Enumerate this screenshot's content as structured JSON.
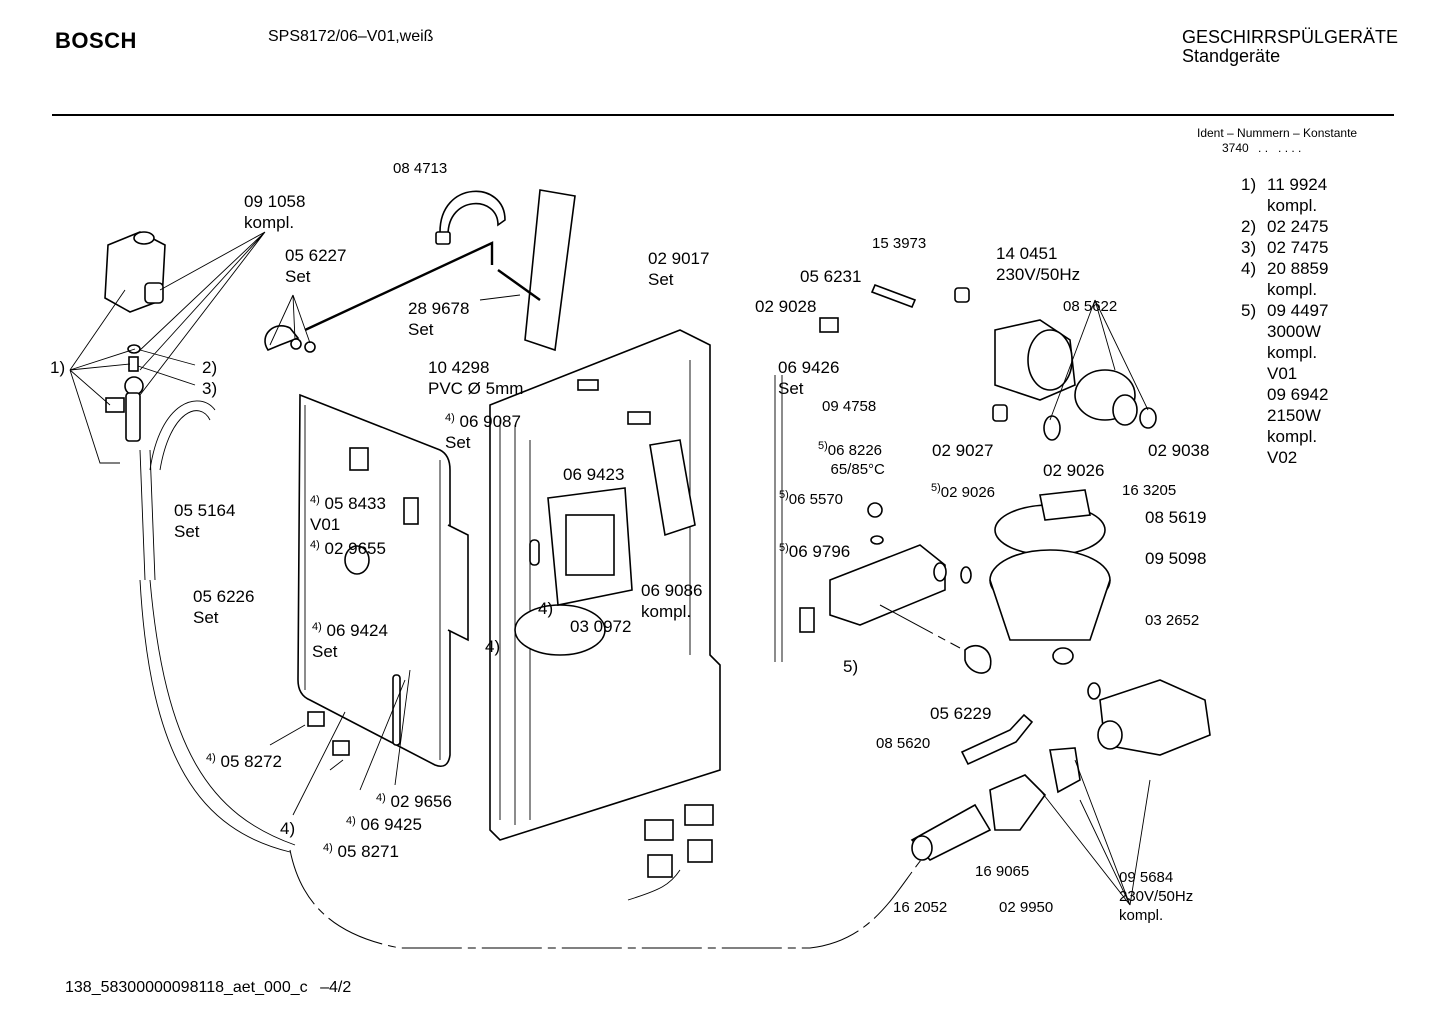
{
  "header": {
    "brand": "BOSCH",
    "model": "SPS8172/06–V01,weiß",
    "category_line1": "GESCHIRRSPÜLGERÄTE",
    "category_line2": "Standgeräte"
  },
  "ident": {
    "title": "Ident – Nummern – Konstante",
    "constant": "3740",
    "dots": ". .   . . . ."
  },
  "legend": [
    {
      "num": "1)",
      "lines": [
        "11 9924",
        "kompl."
      ]
    },
    {
      "num": "2)",
      "lines": [
        "02 2475"
      ]
    },
    {
      "num": "3)",
      "lines": [
        "02 7475"
      ]
    },
    {
      "num": "4)",
      "lines": [
        "20 8859",
        "kompl."
      ]
    },
    {
      "num": "5)",
      "lines": [
        "09 4497",
        "3000W",
        "kompl.",
        "V01",
        "09 6942",
        "2150W",
        "kompl.",
        "V02"
      ]
    }
  ],
  "labels": {
    "p084713": "08 4713",
    "p091058": "09 1058\nkompl.",
    "p056227": "05 6227\nSet",
    "p289678": "28 9678\nSet",
    "p104298": "10 4298\nPVC Ø 5mm",
    "p069087": "06 9087\nSet",
    "p029017": "02 9017\nSet",
    "p153973": "15 3973",
    "p140451": "14 0451\n230V/50Hz",
    "p056231": "05 6231",
    "p029028": "02 9028",
    "p085622": "08 5622",
    "p069426": "06 9426\nSet",
    "p094758": "09 4758",
    "p029027": "02 9027",
    "p029026a": "02 9026",
    "p029038": "02 9038",
    "p068226": "06 8226\n   65/85°C",
    "p065570": "06 5570",
    "p029026b": "02 9026",
    "p163205": "16 3205",
    "p085619": "08 5619",
    "p069796": "06 9796",
    "p095098": "09 5098",
    "p069423": "06 9423",
    "p069086": "06 9086\nkompl.",
    "p030972": "03 0972",
    "p032652": "03 2652",
    "p056229": "05 6229",
    "p085620": "08 5620",
    "p055164": "05 5164\nSet",
    "p058433": "05 8433\nV01",
    "p029655": "02 9655",
    "p056226": "05 6226\nSet",
    "p069424": "06 9424\nSet",
    "p058272": "05 8272",
    "p029656": "02 9656",
    "p069425": "06 9425",
    "p058271": "05 8271",
    "p169065": "16 9065",
    "p162052": "16 2052",
    "p029950": "02 9950",
    "p095684": "09 5684\n230V/50Hz\nkompl.",
    "ref1": "1)",
    "ref2": "2)",
    "ref3": "3)",
    "ref4a": "4)",
    "ref4b": "4)",
    "ref4c": "4)",
    "ref5": "5)",
    "sup4": "4)",
    "sup5": "5)"
  },
  "footer": {
    "doc_id": "138_58300000098118_aet_000_c",
    "page": "–4/2"
  }
}
